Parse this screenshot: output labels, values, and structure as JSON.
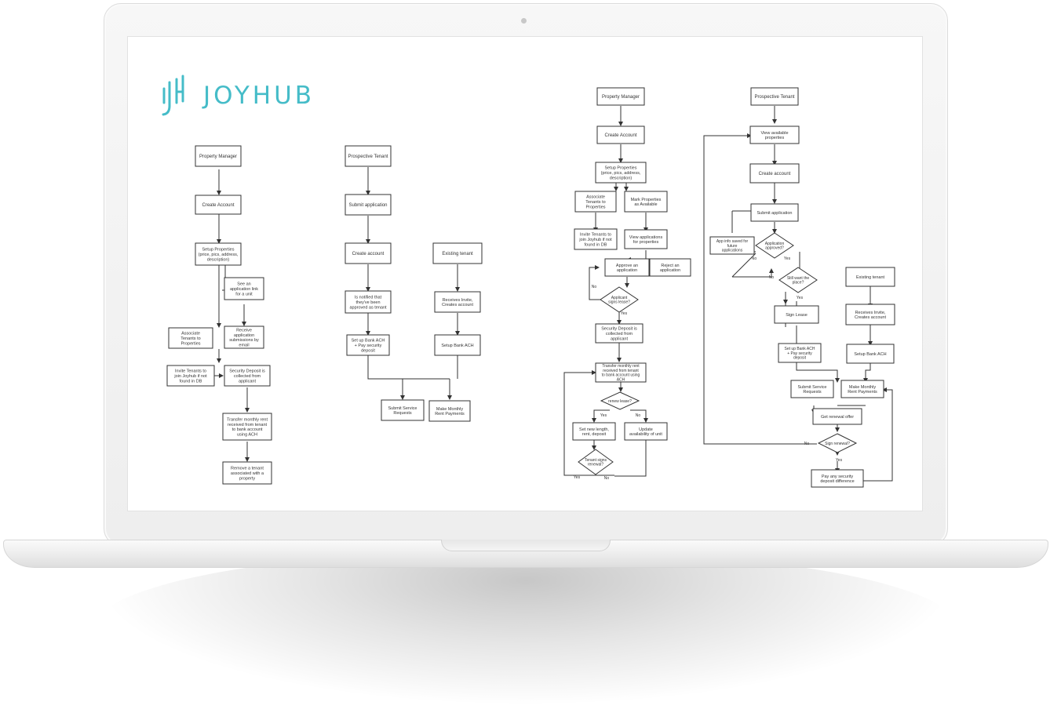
{
  "brand": {
    "name": "JOYHUB",
    "logo_icon": "joyhub-logo-icon"
  },
  "left_flowcharts": {
    "manager": {
      "start": "Property Manager",
      "create": "Create Account",
      "setup": [
        "Setup Properties",
        "(price, pics, address,",
        "description)"
      ],
      "see_link": [
        "See an",
        "application link",
        "for a unit"
      ],
      "receive": [
        "Receive",
        "application",
        "submissions by",
        "email"
      ],
      "associate": [
        "Associate",
        "Tenants to",
        "Properties"
      ],
      "invite": [
        "Invite Tenants to",
        "join Joyhub if not",
        "found in DB"
      ],
      "deposit": [
        "Security Deposit is",
        "collected from",
        "applicant"
      ],
      "transfer": [
        "Transfer monthly rent",
        "received from tenant",
        "to bank account",
        "using ACH"
      ],
      "remove": [
        "Remove a tenant",
        "associated with a",
        "property"
      ]
    },
    "tenant": {
      "start": "Prospective Tenant",
      "submit": "Submit application",
      "create": "Create account",
      "notified": [
        "Is notified that",
        "they've been",
        "approved as tenant"
      ],
      "bank": [
        "Set up Bank ACH",
        "+ Pay security",
        "deposit"
      ],
      "existing": "Existing tenant",
      "receives": [
        "Receives Invite,",
        "Creates account"
      ],
      "setup_bank": "Setup Bank ACH",
      "service": [
        "Submit Service",
        "Requests"
      ],
      "rent": [
        "Make Monthly",
        "Rent Payments"
      ]
    }
  },
  "right_flowcharts": {
    "manager": {
      "start": "Property Manager",
      "create": "Create Account",
      "setup": [
        "Setup Properties",
        "(price, pics, address,",
        "description)"
      ],
      "associate": [
        "Associate",
        "Tenants to",
        "Properties"
      ],
      "mark": [
        "Mark Properties",
        "as Available"
      ],
      "invite": [
        "Invite Tenants to",
        "join Joyhub if not",
        "found in DB"
      ],
      "view_apps": [
        "View applications",
        "for properties"
      ],
      "approve": [
        "Approve an",
        "application"
      ],
      "reject": [
        "Reject an",
        "application"
      ],
      "signs_lease": [
        "Applicant",
        "signs lease?"
      ],
      "no": "No",
      "yes": "Yes",
      "deposit": [
        "Security Deposit is",
        "collected from",
        "applicant"
      ],
      "transfer": [
        "Transfer monthly rent",
        "received from tenant",
        "to bank account using",
        "ACH"
      ],
      "renew": "renew lease?",
      "yes2": "Yes",
      "no2": "No",
      "set_new": [
        "Set new length,",
        "rent, deposit"
      ],
      "update": [
        "Update",
        "availability of unit"
      ],
      "tenant_signs": [
        "Tenant signs",
        "renewal?"
      ],
      "yes3": "Yes",
      "no3": "No"
    },
    "tenant": {
      "start": "Prospective Tenant",
      "view": [
        "View available",
        "properties"
      ],
      "create": "Create account",
      "submit": "Submit application",
      "saved": [
        "App info saved for",
        "future",
        "applications"
      ],
      "approved": [
        "Application",
        "approved?"
      ],
      "no": "No",
      "yes": "Yes",
      "still_want": [
        "Still want the",
        "place?"
      ],
      "no2": "No",
      "yes2": "Yes",
      "sign": "Sign Lease",
      "bank": [
        "Set up Bank ACH",
        "+ Pay security",
        "deposit"
      ],
      "existing": "Existing tenant",
      "receives": [
        "Receives Invite,",
        "Creates account"
      ],
      "setup_bank": "Setup Bank ACH",
      "service": [
        "Submit Service",
        "Requests"
      ],
      "rent": [
        "Make Monthly",
        "Rent Payments"
      ],
      "renewal_offer": "Get renewal offer",
      "sign_renewal": "Sign renewal?",
      "no3": "No",
      "yes3": "Yes",
      "pay_diff": [
        "Pay any security",
        "deposit difference"
      ]
    }
  }
}
